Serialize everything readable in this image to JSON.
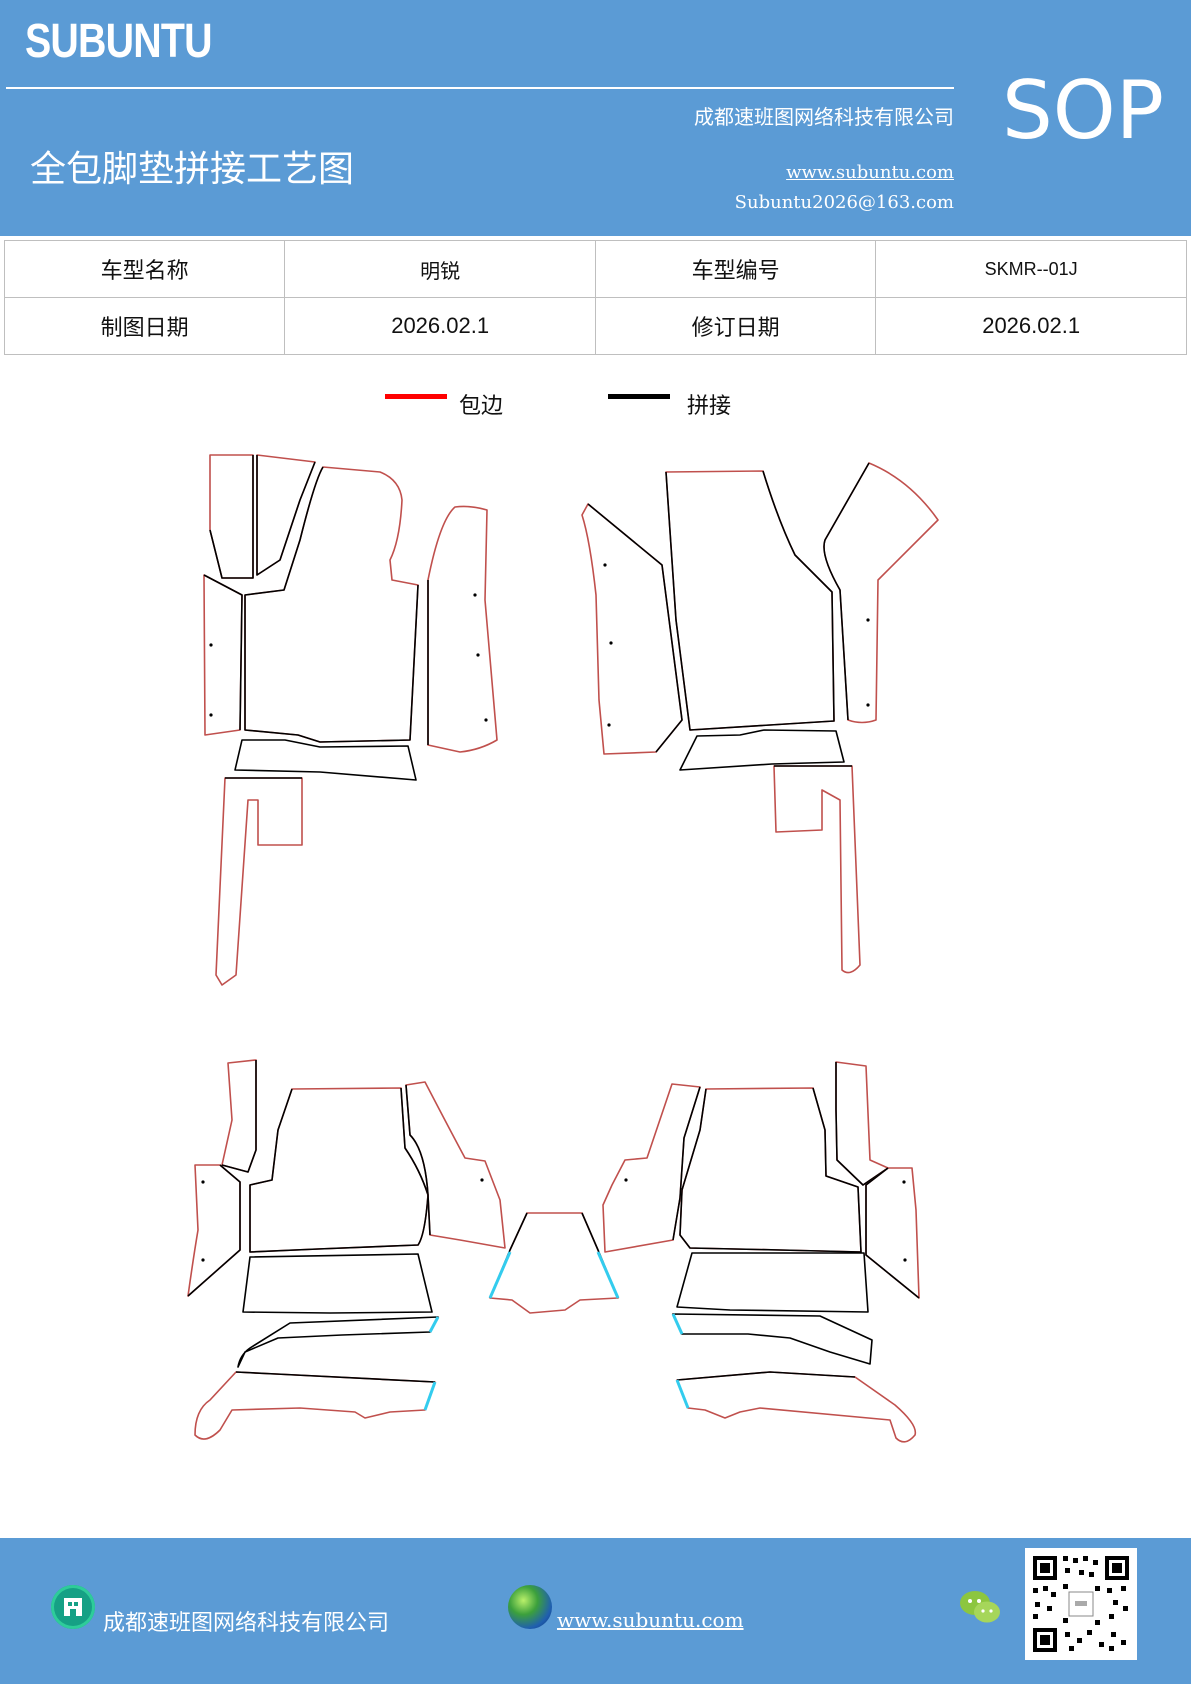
{
  "header": {
    "brand": "SUBUNTU",
    "company": "成都速班图网络科技有限公司",
    "title": "全包脚垫拼接工艺图",
    "website": "www.subuntu.com",
    "email": "Subuntu2026@163.com",
    "badge": "SOP"
  },
  "info_table": {
    "model_name_label": "车型名称",
    "model_name_value": "明锐",
    "model_code_label": "车型编号",
    "model_code_value": "SKMR--01J",
    "draw_date_label": "制图日期",
    "draw_date_value": "2026.02.1",
    "revise_date_label": "修订日期",
    "revise_date_value": "2026.02.1"
  },
  "legend": [
    {
      "label": "包边",
      "color": "#ff0000"
    },
    {
      "label": "拼接",
      "color": "#000000"
    }
  ],
  "colors": {
    "header_bg": "#5b9bd5",
    "edge_binding": "#c0504d",
    "seam": "#000000",
    "accent_cyan": "#33ccee"
  },
  "footer": {
    "company": "成都速班图网络科技有限公司",
    "website": "www.subuntu.com"
  }
}
